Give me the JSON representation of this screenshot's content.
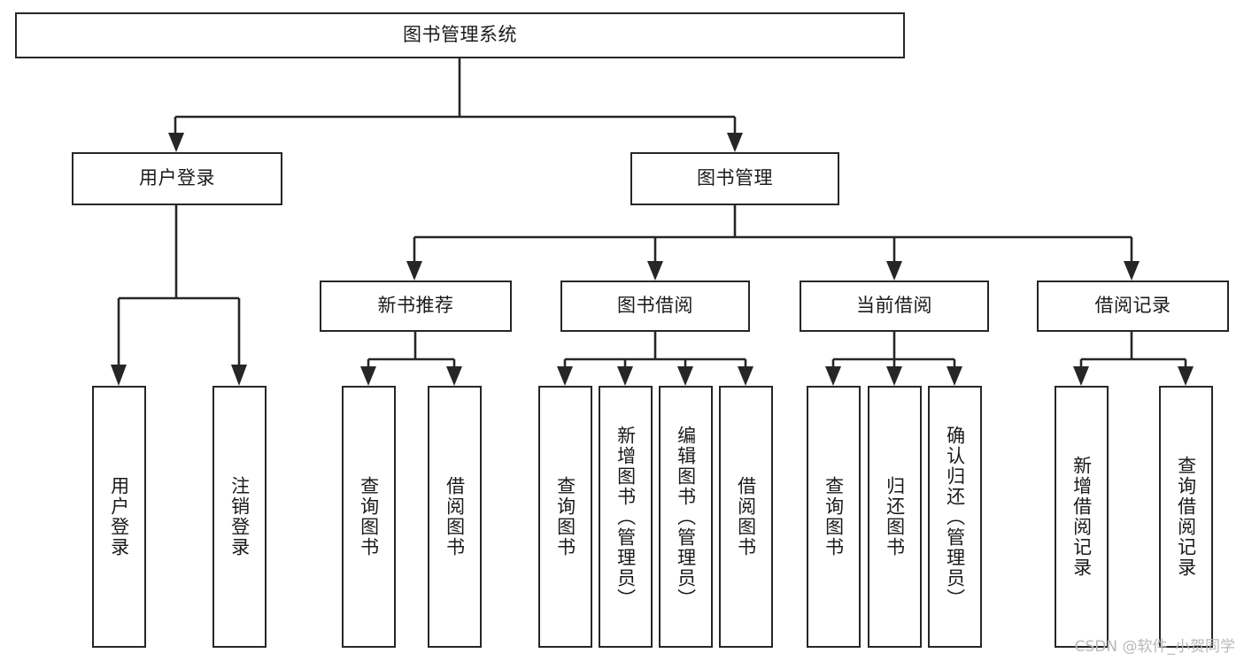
{
  "diagram": {
    "title": "图书管理系统",
    "type": "tree-hierarchy",
    "watermark": "CSDN @软件_小贺同学",
    "colors": {
      "stroke": "#262626",
      "fill": "#ffffff",
      "text": "#1a1a1a",
      "watermark": "#b9b9b9"
    },
    "levels": {
      "root": "图书管理系统",
      "level2": [
        "用户登录",
        "图书管理"
      ],
      "level3": [
        "新书推荐",
        "图书借阅",
        "当前借阅",
        "借阅记录"
      ],
      "level4": [
        "用户登录",
        "注销登录",
        "查询图书",
        "借阅图书",
        "查询图书",
        "新增图书（管理员）",
        "编辑图书（管理员）",
        "借阅图书",
        "查询图书",
        "归还图书",
        "确认归还（管理员）",
        "新增借阅记录",
        "查询借阅记录"
      ]
    },
    "nodes": {
      "root": {
        "label": "图书管理系统"
      },
      "user_login": {
        "label": "用户登录"
      },
      "book_manage": {
        "label": "图书管理"
      },
      "new_book_rec": {
        "label": "新书推荐"
      },
      "book_borrow": {
        "label": "图书借阅"
      },
      "current_borrow": {
        "label": "当前借阅"
      },
      "borrow_record": {
        "label": "借阅记录"
      },
      "leaf_user_login": {
        "label": "用户登录"
      },
      "leaf_logout": {
        "label": "注销登录"
      },
      "leaf_query_book_1": {
        "label": "查询图书"
      },
      "leaf_borrow_book_1": {
        "label": "借阅图书"
      },
      "leaf_query_book_2": {
        "label": "查询图书"
      },
      "leaf_add_book": {
        "label": "新增图书（管理员）"
      },
      "leaf_edit_book": {
        "label": "编辑图书（管理员）"
      },
      "leaf_borrow_book_2": {
        "label": "借阅图书"
      },
      "leaf_query_book_3": {
        "label": "查询图书"
      },
      "leaf_return_book": {
        "label": "归还图书"
      },
      "leaf_confirm_return": {
        "label": "确认归还（管理员）"
      },
      "leaf_add_record": {
        "label": "新增借阅记录"
      },
      "leaf_query_record": {
        "label": "查询借阅记录"
      }
    },
    "edges": [
      {
        "from": "root",
        "to": "user_login"
      },
      {
        "from": "root",
        "to": "book_manage"
      },
      {
        "from": "book_manage",
        "to": "new_book_rec"
      },
      {
        "from": "book_manage",
        "to": "book_borrow"
      },
      {
        "from": "book_manage",
        "to": "current_borrow"
      },
      {
        "from": "book_manage",
        "to": "borrow_record"
      },
      {
        "from": "user_login",
        "to": "leaf_user_login"
      },
      {
        "from": "user_login",
        "to": "leaf_logout"
      },
      {
        "from": "new_book_rec",
        "to": "leaf_query_book_1"
      },
      {
        "from": "new_book_rec",
        "to": "leaf_borrow_book_1"
      },
      {
        "from": "book_borrow",
        "to": "leaf_query_book_2"
      },
      {
        "from": "book_borrow",
        "to": "leaf_add_book"
      },
      {
        "from": "book_borrow",
        "to": "leaf_edit_book"
      },
      {
        "from": "book_borrow",
        "to": "leaf_borrow_book_2"
      },
      {
        "from": "current_borrow",
        "to": "leaf_query_book_3"
      },
      {
        "from": "current_borrow",
        "to": "leaf_return_book"
      },
      {
        "from": "current_borrow",
        "to": "leaf_confirm_return"
      },
      {
        "from": "borrow_record",
        "to": "leaf_add_record"
      },
      {
        "from": "borrow_record",
        "to": "leaf_query_record"
      }
    ]
  }
}
